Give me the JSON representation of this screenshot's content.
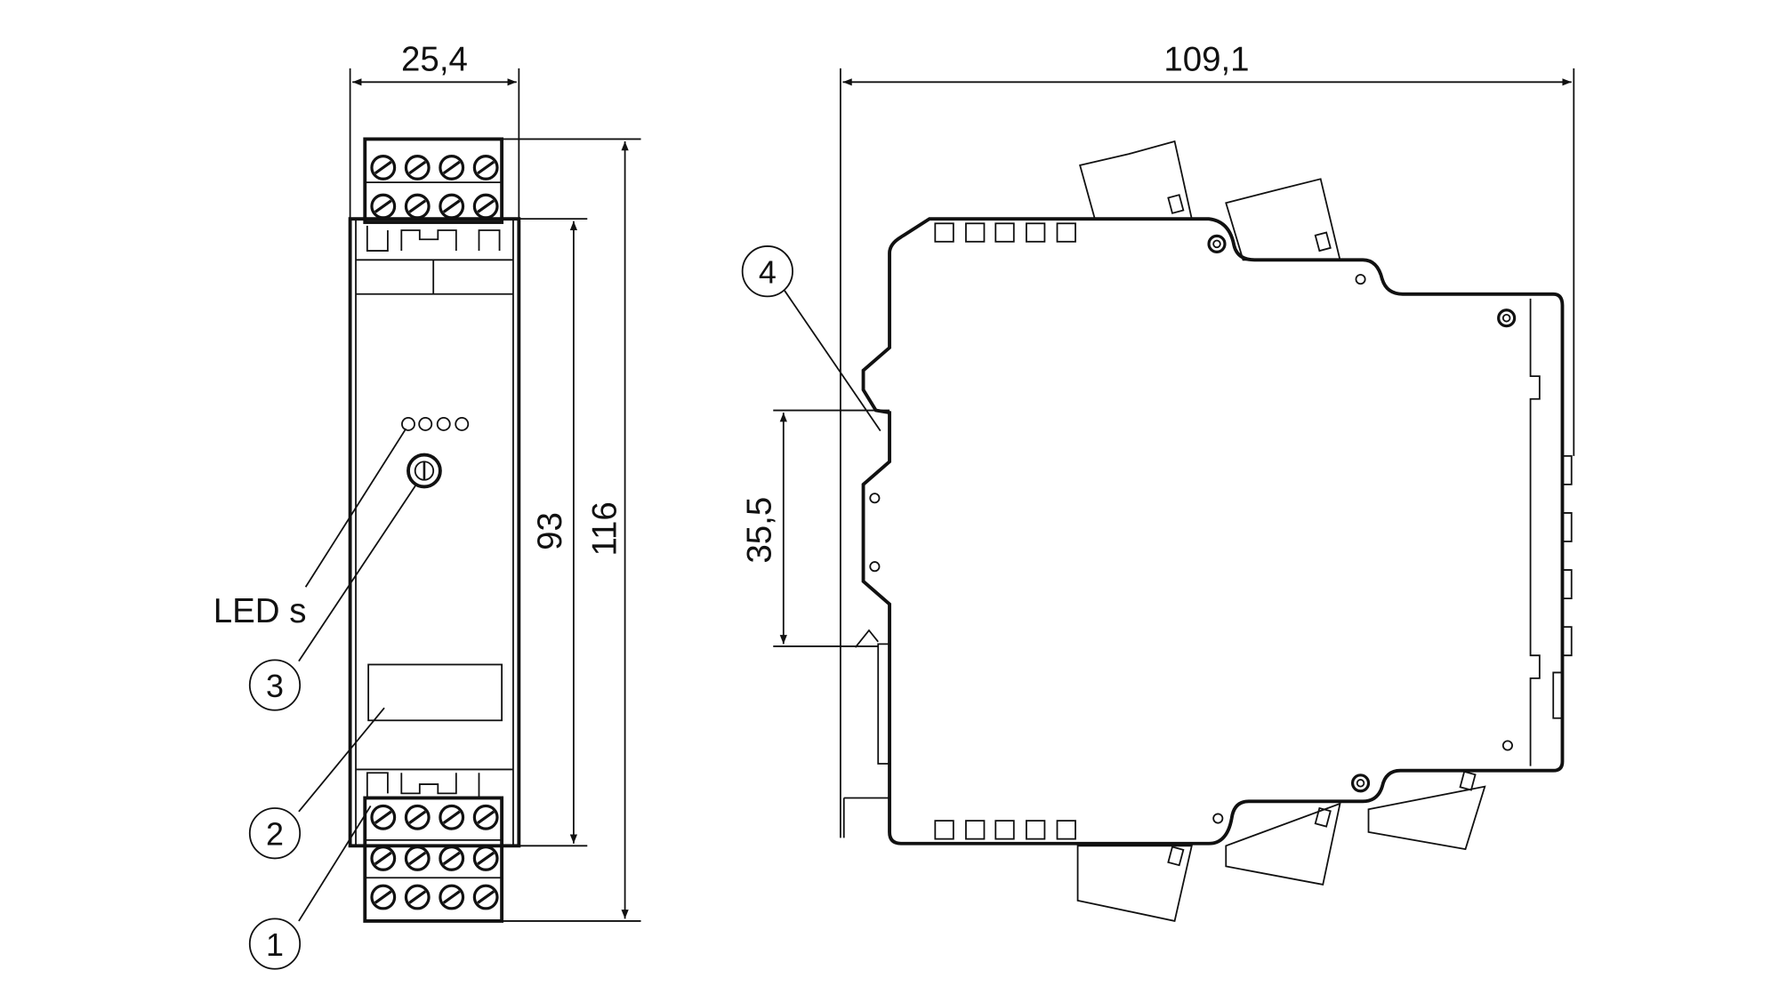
{
  "front_view": {
    "width_dim": "25,4",
    "height_dim_total": "116",
    "height_dim_body": "93",
    "leds_label": "LED s",
    "callouts": [
      "1",
      "2",
      "3"
    ]
  },
  "side_view": {
    "depth_dim": "109,1",
    "rail_dim": "35,5",
    "callout": "4"
  }
}
